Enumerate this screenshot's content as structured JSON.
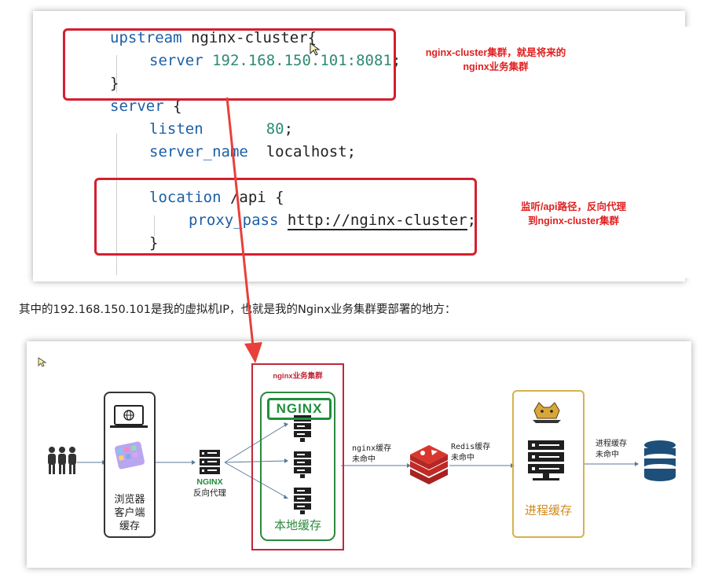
{
  "code": {
    "line1_kw": "upstream",
    "line1_name": " nginx-cluster{",
    "line2_kw": "server",
    "line2_addr": "192.168.150.101:8081",
    "line2_end": ";",
    "line3": "}",
    "line4_kw": "server",
    "line4_end": " {",
    "line5_kw": "listen",
    "line5_val": "80",
    "line5_end": ";",
    "line6_kw": "server_name",
    "line6_val": "localhost;",
    "line7_kw": "location",
    "line7_val": " /api {",
    "line8_kw": "proxy_pass",
    "line8_val": "http://nginx-cluster",
    "line8_end": ";",
    "line9": "}"
  },
  "notes": {
    "upstream_note_1": "nginx-cluster集群，就是将来的",
    "upstream_note_2": "nginx业务集群",
    "location_note_1": "监听/api路径，反向代理",
    "location_note_2": "到nginx-cluster集群"
  },
  "caption": "其中的192.168.150.101是我的虚拟机IP，也就是我的Nginx业务集群要部署的地方：",
  "diagram": {
    "browser_label": [
      "浏览器",
      "客户端",
      "缓存"
    ],
    "proxy_logo": "NGINX",
    "proxy_label": "反向代理",
    "cluster_title": "nginx业务集群",
    "cluster_logo": "NGINX",
    "local_cache": "本地缓存",
    "nginx_miss": [
      "nginx缓存",
      "未命中"
    ],
    "redis_miss": [
      "Redis缓存",
      "未命中"
    ],
    "process_cache": "进程缓存",
    "process_miss": [
      "进程缓存",
      "未命中"
    ]
  },
  "colors": {
    "highlight_red": "#d41f2f",
    "nginx_green": "#1e8f3c",
    "redis_red": "#d0302a",
    "db_blue": "#1d4f7a",
    "process_gold": "#d6b24a"
  }
}
